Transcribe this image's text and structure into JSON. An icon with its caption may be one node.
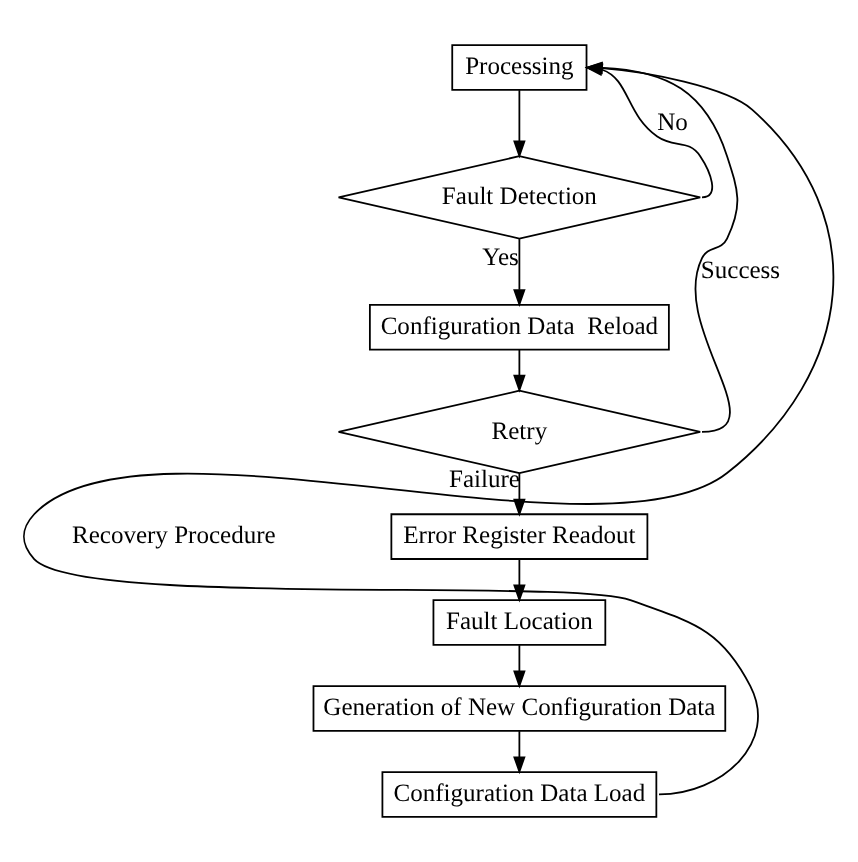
{
  "diagram": {
    "nodes": [
      {
        "text": [
          "Processing"
        ]
      },
      {
        "text": [
          "Fault Detection"
        ]
      },
      {
        "text": [
          "Configuration Data  Reload"
        ]
      },
      {
        "text": [
          "Retry"
        ]
      },
      {
        "text": [
          "Error Register Readout"
        ]
      },
      {
        "text": [
          "Fault Location"
        ]
      },
      {
        "text": [
          "Generation of New Configuration Data"
        ]
      },
      {
        "text": [
          "Configuration Data Load"
        ]
      }
    ],
    "edges": [
      {
        "from": 0,
        "to": 1,
        "arrow": "to"
      },
      {
        "from": 1,
        "to": 2,
        "arrow": "to",
        "label": "Yes"
      },
      {
        "from": 2,
        "to": 3,
        "arrow": "to"
      },
      {
        "from": 3,
        "to": 4,
        "arrow": "to",
        "label": "Failure"
      },
      {
        "from": 4,
        "to": 5,
        "arrow": "to"
      },
      {
        "from": 5,
        "to": 6,
        "arrow": "to"
      },
      {
        "from": 6,
        "to": 7,
        "arrow": "to"
      },
      {
        "from": 1,
        "to": 0,
        "arrow": "to",
        "label": "No"
      },
      {
        "from": 3,
        "to": 0,
        "arrow": "to",
        "label": "Success"
      },
      {
        "from": 7,
        "to": 0,
        "arrow": "to"
      }
    ],
    "labels": [
      "Recovery Procedure"
    ]
  }
}
